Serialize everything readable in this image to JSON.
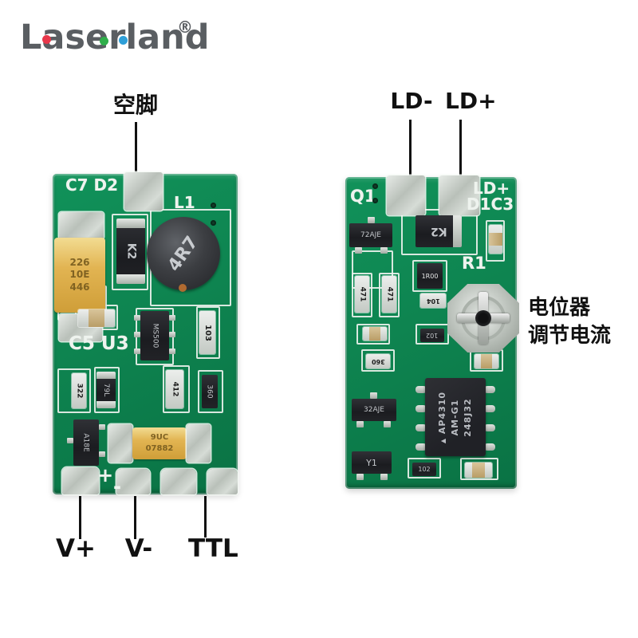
{
  "logo": {
    "text": "Laserland",
    "registered": "®"
  },
  "annotations": {
    "empty_pin": "空脚",
    "ld_minus": "LD-",
    "ld_plus": "LD+",
    "pot_line1": "电位器",
    "pot_line2": "调节电流",
    "v_plus": "V+",
    "v_minus": "V-",
    "ttl": "TTL"
  },
  "left_board": {
    "silk_c7d2": "C7 D2",
    "silk_l1": "L1",
    "silk_c5u3": "C5 U3",
    "silk_plus": "+",
    "silk_minus": "-",
    "cap1": [
      "226",
      "10E",
      "446"
    ],
    "diode_k2": "K2",
    "inductor_4r7": "4R7",
    "ic_u3": "MS500",
    "r103": "103",
    "r322": "322",
    "r79l": "79L",
    "r412": "412",
    "r360": "360",
    "q_a18e": "A18E",
    "cap2": [
      "9UC",
      "07882"
    ]
  },
  "right_board": {
    "silk_q1": "Q1",
    "silk_ldplus": "LD+",
    "silk_d1c3": "D1C3",
    "silk_r1": "R1",
    "diode_k2": "K2",
    "shunt_1r00": "1R00",
    "r104": "104",
    "r471a": "471",
    "r471b": "471",
    "r102a": "102",
    "r360": "360",
    "r102b": "102",
    "q_top": "72AJE",
    "q_mid": "32AJE",
    "q_y1": "Y1",
    "ic_logo": "▲",
    "ic": [
      "AP4310",
      "AM-G1",
      "248J32"
    ]
  },
  "colors": {
    "pcb_green": "#0e8450",
    "silkscreen": "#eef3ee",
    "pad_silver": "#c6ccc6",
    "annotation_text": "#111111",
    "logo_gray": "#5a5e62",
    "logo_dot_red": "#e8374a",
    "logo_dot_green": "#2fae4a",
    "logo_dot_blue": "#2e9fd8",
    "capacitor_yellow": "#e2b452"
  }
}
